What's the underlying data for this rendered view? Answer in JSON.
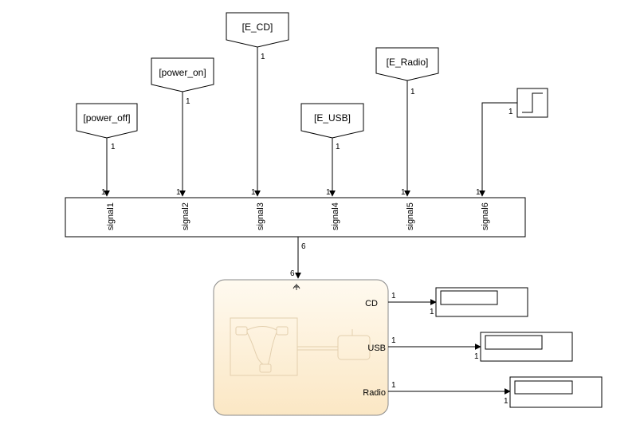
{
  "goto_tags": [
    {
      "tag": "[power_off]",
      "port": "1"
    },
    {
      "tag": "[power_on]",
      "port": "1"
    },
    {
      "tag": "[E_CD]",
      "port": "1"
    },
    {
      "tag": "[E_USB]",
      "port": "1"
    },
    {
      "tag": "[E_Radio]",
      "port": "1"
    }
  ],
  "step_block": {
    "port": "1"
  },
  "mux": {
    "inputs": [
      {
        "name": "signal1",
        "port": "1"
      },
      {
        "name": "signal2",
        "port": "1"
      },
      {
        "name": "signal3",
        "port": "1"
      },
      {
        "name": "signal4",
        "port": "1"
      },
      {
        "name": "signal5",
        "port": "1"
      },
      {
        "name": "signal6",
        "port": "1"
      }
    ],
    "output_width": "6"
  },
  "chart": {
    "input_width": "6",
    "outputs": [
      {
        "name": "CD",
        "port": "1",
        "display_port": "1"
      },
      {
        "name": "USB",
        "port": "1",
        "display_port": "1"
      },
      {
        "name": "Radio",
        "port": "1",
        "display_port": "1"
      }
    ]
  },
  "colors": {
    "line": "#000000",
    "chart_fill": "#fdf0d8",
    "chart_border": "#7a7a7a",
    "block_border": "#000000"
  }
}
